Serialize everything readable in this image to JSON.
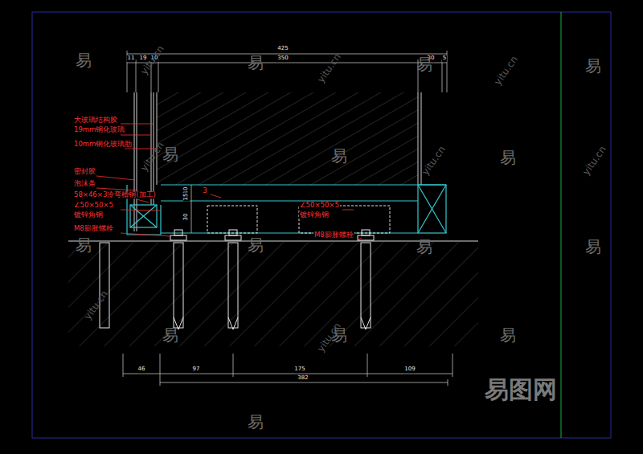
{
  "diagram": {
    "labels": [
      "425",
      "11",
      "19",
      "10",
      "350",
      "30",
      "5",
      "大玻璃结构胶",
      "19mm钢化玻璃",
      "10mm钢化玻璃肋",
      "密封胶",
      "泡沫条",
      "58×46×3冷弯槽钢(加工)",
      "∠50×50×5",
      "镀锌角钢",
      "M8膨胀螺栓",
      "10",
      "15",
      "30",
      "3",
      "∠50×50×5",
      "镀锌角钢",
      "M8膨胀螺栓",
      "46",
      "97",
      "175",
      "109",
      "382",
      "易",
      "易",
      "易",
      "易",
      "易",
      "易",
      "易",
      "易",
      "易",
      "易",
      "易",
      "易",
      "易",
      "易",
      "易",
      "yitu.cn",
      "yitu.cn",
      "yitu.cn",
      "yitu.cn",
      "yitu.cn",
      "yitu.cn",
      "yitu.cn",
      "yitu.cn",
      "易图网"
    ]
  }
}
